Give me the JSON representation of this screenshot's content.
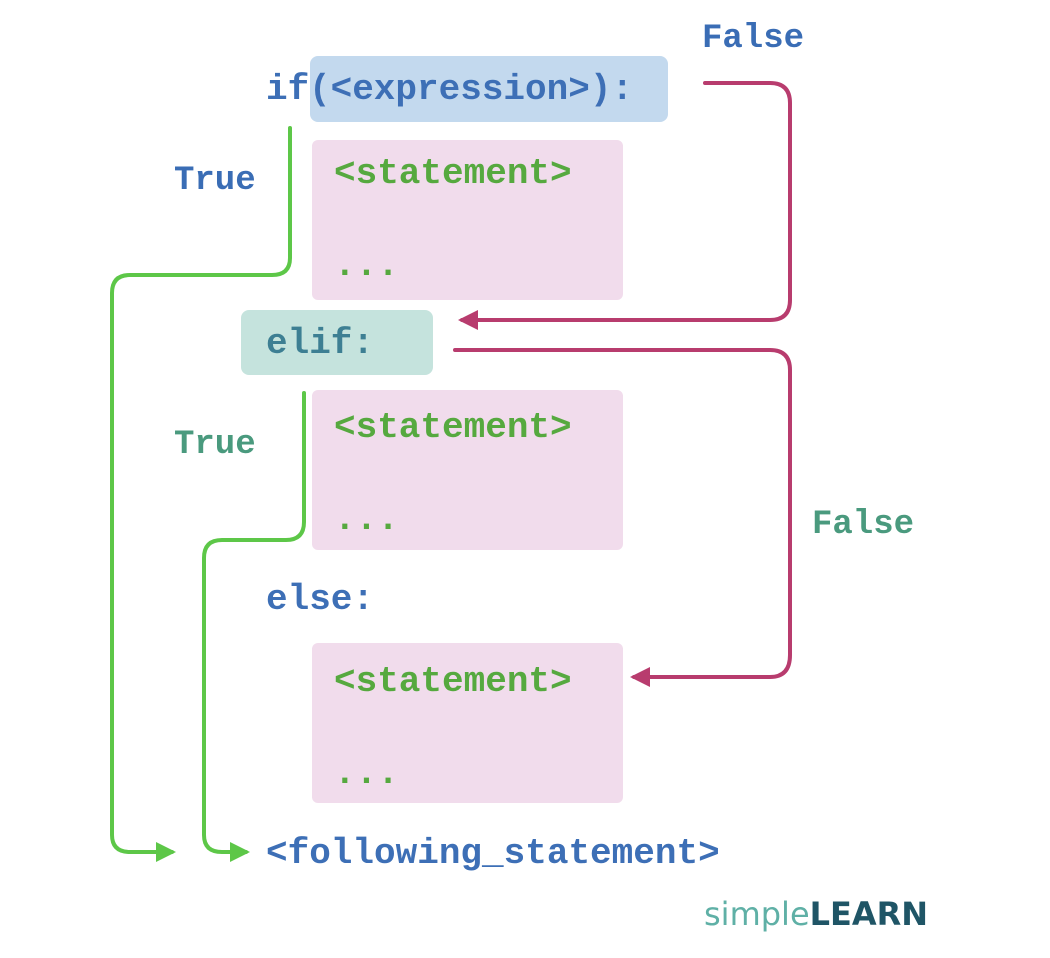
{
  "code": {
    "if_keyword": "if",
    "if_expression": "(<expression>):",
    "elif_keyword": "elif:",
    "else_keyword": "else:",
    "statement_1": "<statement>",
    "statement_1_more": "...",
    "statement_2": "<statement>",
    "statement_2_more": "...",
    "statement_3": "<statement>",
    "statement_3_more": "...",
    "following": "<following_statement>"
  },
  "labels": {
    "if_false": "False",
    "if_true": "True",
    "elif_true": "True",
    "elif_false": "False"
  },
  "brand": {
    "light": "simple",
    "bold": "LEARN"
  },
  "colors": {
    "true_path": "#5dc748",
    "false_path": "#b83c6e",
    "expression_highlight": "#c3d9ee",
    "elif_highlight": "#c5e3dd",
    "statement_block": "#f1dcec",
    "keyword_blue": "#3d6fb6",
    "statement_green": "#56a93f"
  }
}
